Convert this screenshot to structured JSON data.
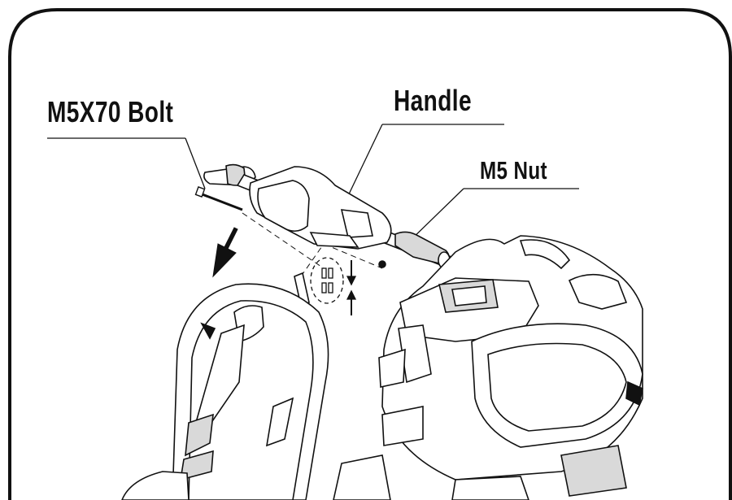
{
  "labels": {
    "bolt": "M5X70 Bolt",
    "handle": "Handle",
    "nut": "M5 Nut"
  },
  "colors": {
    "ink": "#111111",
    "background": "#ffffff"
  }
}
